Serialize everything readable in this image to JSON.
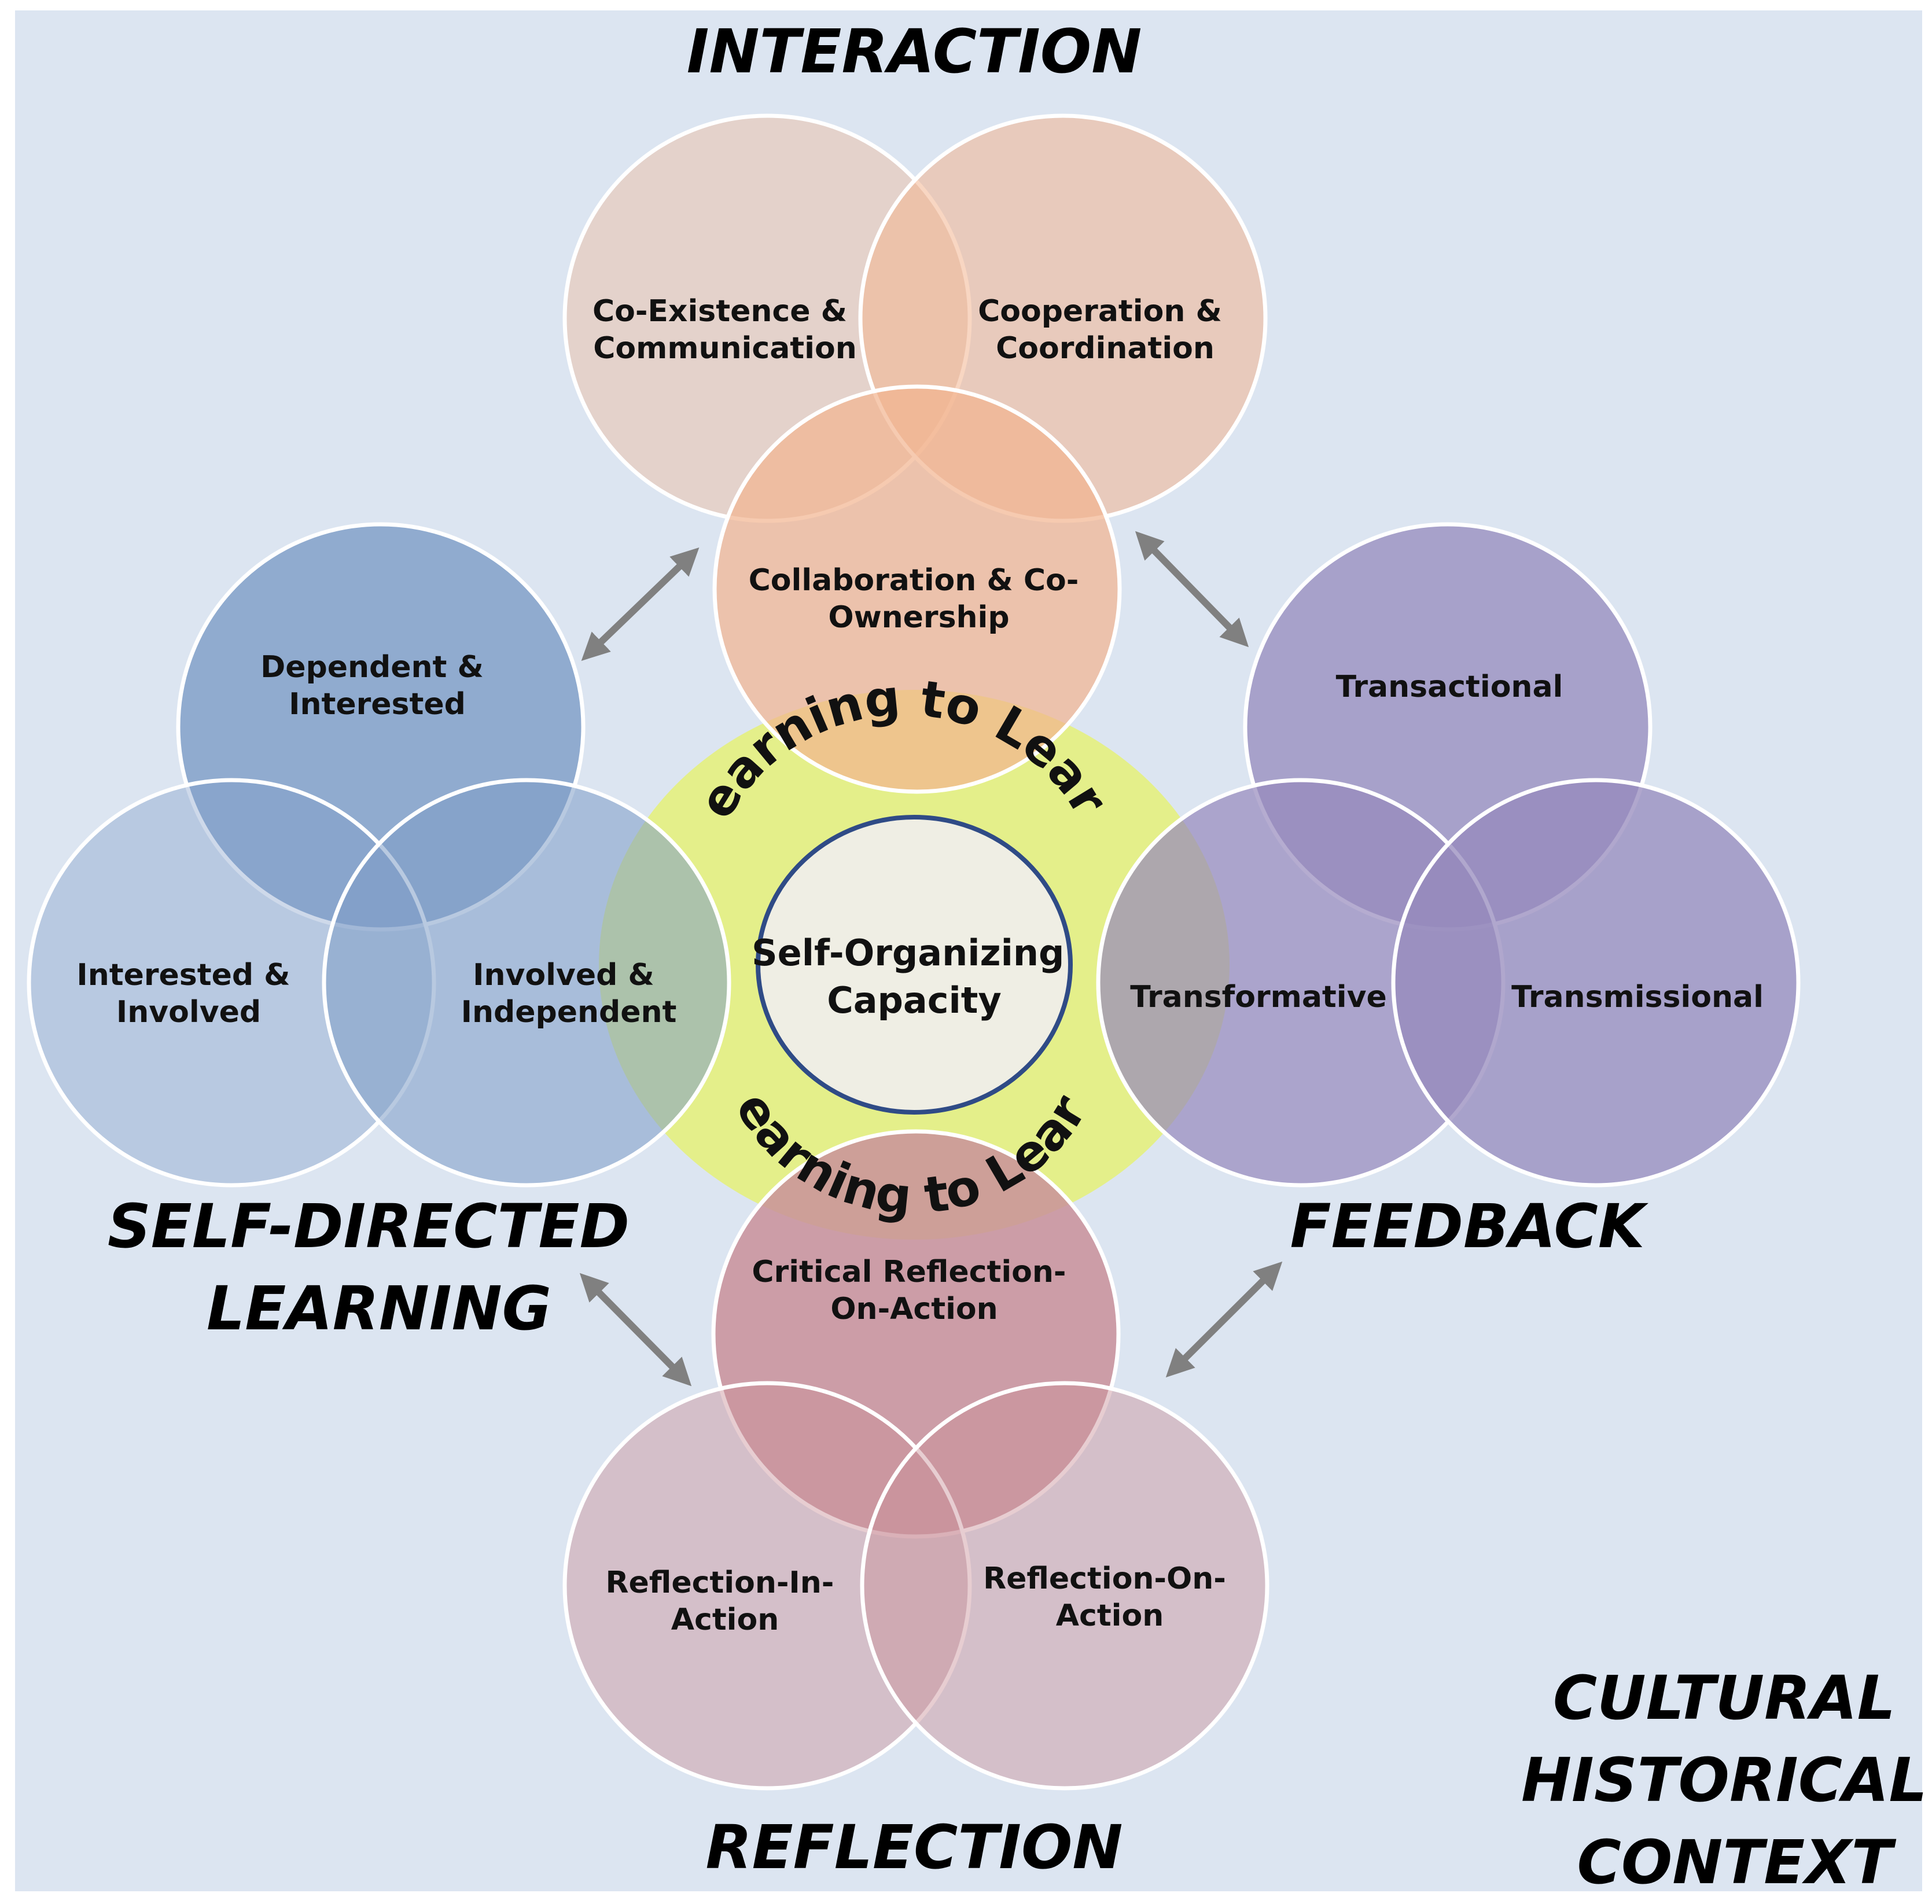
{
  "diagram": {
    "colors": {
      "background": "#dce5f1",
      "ring": "#e4ef8a",
      "core_fill": "#efeee4",
      "core_stroke": "#2f4b86",
      "interaction": "#f2b48f",
      "self_directed": "#7d9cc7",
      "feedback": "#9689bc",
      "reflection": "#c9909a",
      "arrow": "#808080"
    },
    "core": {
      "label_lines": [
        "Self-Organizing",
        "Capacity"
      ]
    },
    "ring": {
      "top_text": "Learning to Learn",
      "bottom_text": "Learning to Learn"
    },
    "interaction": {
      "title": "INTERACTION",
      "circles": [
        {
          "lines": [
            "Co-Existence &",
            "Communication"
          ]
        },
        {
          "lines": [
            "Cooperation  &",
            "Coordination"
          ]
        },
        {
          "lines": [
            "Collaboration  & Co-",
            "Ownership"
          ]
        }
      ]
    },
    "self_directed": {
      "title_lines": [
        "SELF-DIRECTED",
        "LEARNING"
      ],
      "circles": [
        {
          "lines": [
            "Dependent &",
            "Interested"
          ]
        },
        {
          "lines": [
            "Interested &",
            "Involved"
          ]
        },
        {
          "lines": [
            "Involved &",
            "Independent"
          ]
        }
      ]
    },
    "feedback": {
      "title": "FEEDBACK",
      "circles": [
        {
          "lines": [
            "Transactional"
          ]
        },
        {
          "lines": [
            "Transformative"
          ]
        },
        {
          "lines": [
            "Transmissional"
          ]
        }
      ]
    },
    "reflection": {
      "title": "REFLECTION",
      "circles": [
        {
          "lines": [
            "Critical Reflection-",
            "On-Action"
          ]
        },
        {
          "lines": [
            "Reflection-In-",
            "Action"
          ]
        },
        {
          "lines": [
            "Reflection-On-",
            "Action"
          ]
        }
      ]
    },
    "context": {
      "title_lines": [
        "CULTURAL",
        "HISTORICAL",
        "CONTEXT"
      ]
    }
  }
}
